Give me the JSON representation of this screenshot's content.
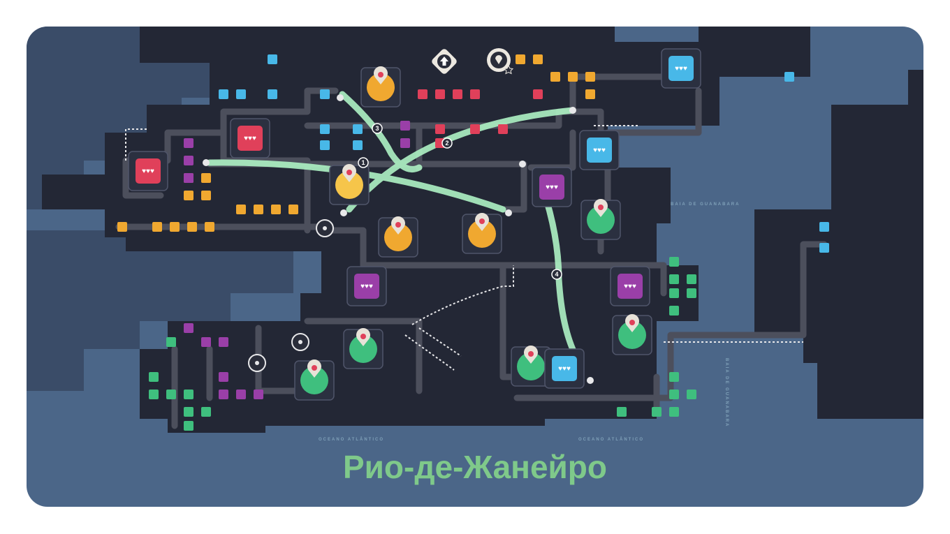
{
  "city_name": "Рио-де-Жанейро",
  "water_labels": {
    "bay": "BAIA DE GUANABARA",
    "bay_vertical": "BAIA DE GUANABARA",
    "ocean_left": "OCEANO ATLÂNTICO",
    "ocean_right": "OCEANO ATLÂNTICO"
  },
  "motorway_numbers": [
    "1",
    "2",
    "3",
    "4"
  ],
  "hud": {
    "upgrade_icon": "upgrade-arrow-icon",
    "destination_icon": "destination-pin-star-icon"
  },
  "colors": {
    "ocean": "#4b6688",
    "land": "#232735",
    "land_mid": "#3a4c68",
    "road": "#4c4f5c",
    "motorway": "#aef2c4",
    "red": "#e0405a",
    "orange": "#f0a830",
    "yellow": "#f6c54a",
    "blue": "#48b8e8",
    "green": "#3fbf7e",
    "purple": "#9a3fa8",
    "title": "#7fc98a"
  }
}
